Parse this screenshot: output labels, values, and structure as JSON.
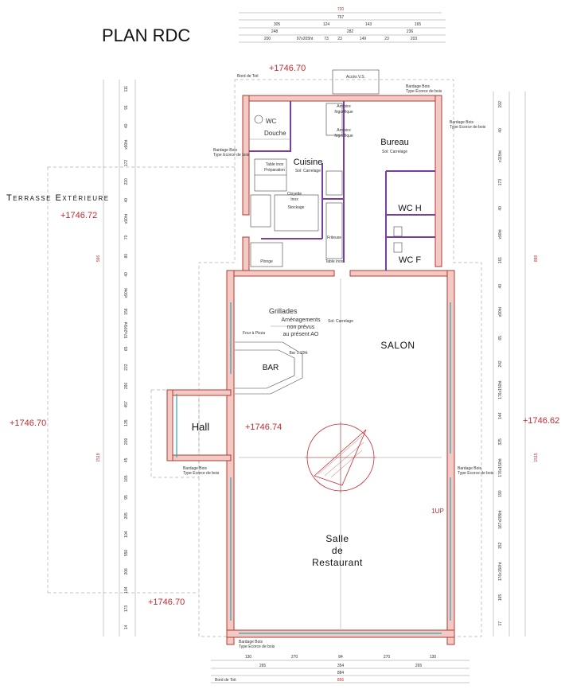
{
  "title": "PLAN  RDC",
  "levels": {
    "top": "+1746.70",
    "terrace": "+1746.72",
    "left": "+1746.70",
    "hall": "+1746.74",
    "right": "+1746.62",
    "bottom": "+1746.70"
  },
  "rooms": {
    "terrasse": "Terrasse Extérieure",
    "cuisine": "Cuisine",
    "cuisine_sol": "Sol: Carrelage",
    "bureau": "Bureau",
    "bureau_sol": "Sol: Carrelage",
    "wc": "WC",
    "douche": "Douche",
    "wch": "WC H",
    "wcf": "WC F",
    "stockage": "Stockage",
    "friteuse": "Friteuse",
    "plonge": "Plonge",
    "grillades": "Grillades",
    "amenagements_1": "Aménagements",
    "amenagements_2": "non prévus",
    "amenagements_3": "au présent AO",
    "four": "Four à Pizza",
    "bar": "BAR",
    "bar_note": "Bar 1.10ht",
    "salon": "SALON",
    "salon_sol": "Sol: Carrelage",
    "hall": "Hall",
    "salle_1": "Salle",
    "salle_2": "de",
    "salle_3": "Restaurant",
    "up": "1UP",
    "acces": "Accès V.S."
  },
  "notes": {
    "bardage": "Bardage Bois",
    "bardage_type": "Type Ecorce de bois",
    "bord_toit": "Bord de Toit",
    "table_inox": "Table inox",
    "preparation": "Préparation",
    "armoire": "Armoire",
    "frigorifique": "frigorifique",
    "cloyette": "Cloyette",
    "inox": "Inox"
  },
  "dims_top": {
    "overall_red": "720",
    "overall": "767",
    "row2": [
      "305",
      "124",
      "143",
      "165"
    ],
    "row3": [
      "248",
      "282",
      "236"
    ],
    "row4": [
      "200",
      "97x205ht",
      "73",
      "23",
      "149",
      "23",
      "203"
    ]
  },
  "dims_bottom": {
    "row1": [
      "130",
      "270",
      "84",
      "270",
      "130"
    ],
    "row2": [
      "265",
      "354",
      "265"
    ],
    "overall": "884",
    "overall_red": "856"
  },
  "dims_left": [
    "111",
    "91",
    "40",
    "x90ht",
    "172",
    "220",
    "40",
    "x90ht",
    "70",
    "80",
    "40",
    "x90ht",
    "156",
    "97x205ht",
    "65",
    "222",
    "266",
    "457",
    "135",
    "209",
    "45",
    "165",
    "95",
    "205",
    "104",
    "550",
    "206",
    "104",
    "173",
    "14"
  ],
  "dims_left_red": [
    "566",
    "1519"
  ],
  "dims_right": [
    "192",
    "40",
    "x115ht",
    "173",
    "40",
    "x90ht",
    "161",
    "40",
    "x90ht",
    "65",
    "242",
    "176x150ht",
    "144",
    "325",
    "176x150ht",
    "190",
    "167x205ht",
    "152",
    "176x150ht",
    "165",
    "17"
  ],
  "dims_right_red": [
    "888",
    "1515"
  ]
}
